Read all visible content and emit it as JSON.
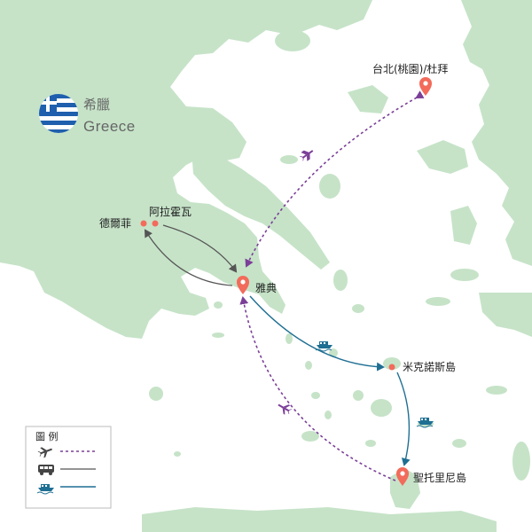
{
  "country": {
    "name_zh": "希臘",
    "name_en": "Greece"
  },
  "places": {
    "taipei": "台北(桃園)/杜拜",
    "delphi": "德爾菲",
    "arachova": "阿拉霍瓦",
    "athens": "雅典",
    "mykonos": "米克諾斯島",
    "santorini": "聖托里尼島"
  },
  "legend": {
    "title": "圖  例",
    "items": [
      {
        "icon": "airplane-icon",
        "line": "dashed",
        "color": "#7b3f98"
      },
      {
        "icon": "bus-icon",
        "line": "solid",
        "color": "#555555"
      },
      {
        "icon": "ferry-icon",
        "line": "solid",
        "color": "#1f6f93"
      }
    ]
  },
  "colors": {
    "land": "#c6e3c8",
    "sea": "#ffffff",
    "pin": "#f26b5b",
    "flight": "#7b3f98",
    "bus": "#555555",
    "ferry": "#1f6f93",
    "flag_blue": "#1f5fad"
  }
}
